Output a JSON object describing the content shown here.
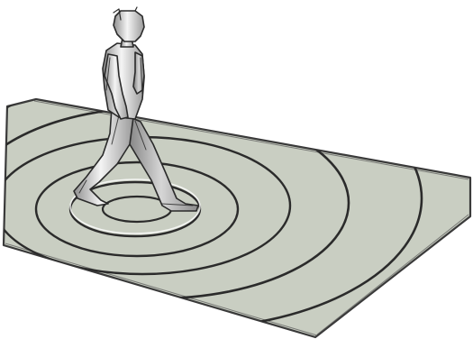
{
  "scene": {
    "background_color": "#ffffff",
    "ground_plane": {
      "fill_color": "#c9cec2",
      "edge_color": "#3a3a3a"
    },
    "ripples": {
      "count": 5,
      "stroke_color": "#2b2b2b",
      "highlight_color": "#ffffff"
    },
    "figure": {
      "subject": "walking-man",
      "shading": "gradient-grey",
      "outline_color": "#2a2a2a"
    }
  }
}
